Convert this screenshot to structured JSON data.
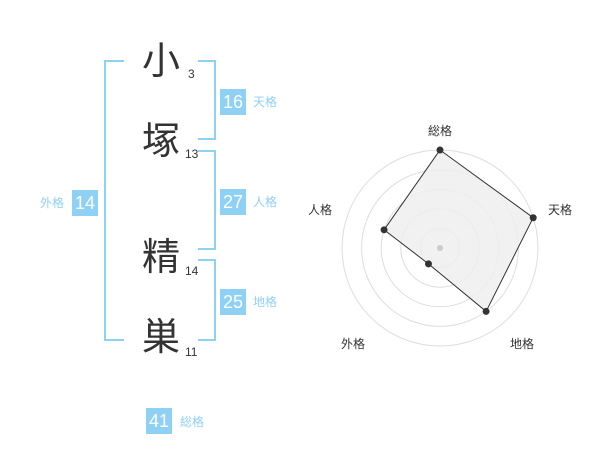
{
  "name": {
    "chars": [
      {
        "char": "小",
        "strokes": "3"
      },
      {
        "char": "塚",
        "strokes": "13"
      },
      {
        "char": "精",
        "strokes": "14"
      },
      {
        "char": "巣",
        "strokes": "11"
      }
    ]
  },
  "kaku": {
    "tenkaku": {
      "value": "16",
      "label": "天格"
    },
    "jinkaku": {
      "value": "27",
      "label": "人格"
    },
    "chikaku": {
      "value": "25",
      "label": "地格"
    },
    "gaikaku": {
      "value": "14",
      "label": "外格"
    },
    "soukaku": {
      "value": "41",
      "label": "総格"
    }
  },
  "colors": {
    "accent": "#8fd0f5",
    "text": "#333333",
    "grid": "#dddddd",
    "fill": "#eeeeee"
  },
  "chart_data": {
    "type": "radar",
    "axes": [
      "総格",
      "天格",
      "地格",
      "外格",
      "人格"
    ],
    "values": [
      5,
      5,
      4,
      1,
      3
    ],
    "max": 5,
    "rings": 5
  }
}
